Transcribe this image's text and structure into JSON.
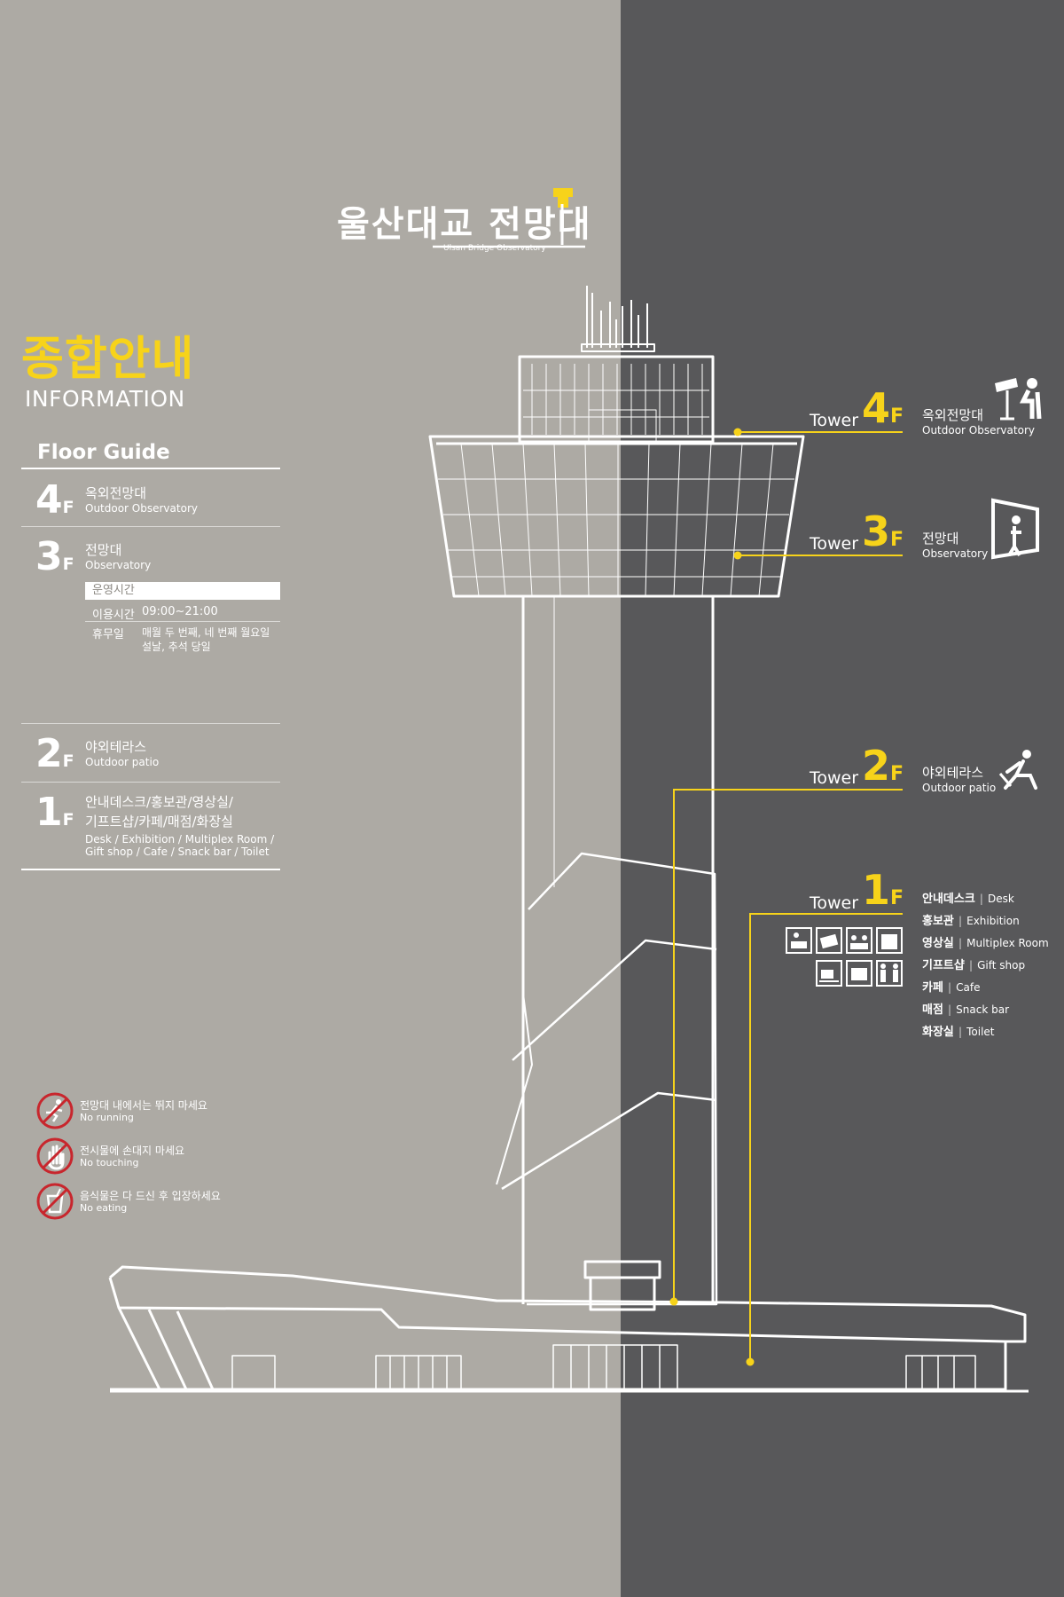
{
  "colors": {
    "left_bg": "#adaaa4",
    "right_bg": "#58585a",
    "accent": "#f7d31a",
    "line": "#ffffff",
    "no_icon": "#c8262d"
  },
  "logo": {
    "title": "울산대교 전망대",
    "subtitle": "Ulsan Bridge Observatory"
  },
  "info": {
    "title_ko": "종합안내",
    "title_en": "INFORMATION"
  },
  "floor_guide": {
    "title": "Floor Guide",
    "floors": [
      {
        "num": "4",
        "f": "F",
        "ko": "옥외전망대",
        "en": "Outdoor Observatory"
      },
      {
        "num": "3",
        "f": "F",
        "ko": "전망대",
        "en": "Observatory"
      },
      {
        "num": "2",
        "f": "F",
        "ko": "야외테라스",
        "en": "Outdoor patio"
      },
      {
        "num": "1",
        "f": "F",
        "ko1": "안내데스크/홍보관/영상실/",
        "ko2": "기프트샵/카페/매점/화장실",
        "en1": "Desk / Exhibition / Multiplex Room /",
        "en2": "Gift shop / Cafe / Snack bar / Toilet"
      }
    ],
    "hours": {
      "label": "운영시간",
      "use_label": "이용시간",
      "use_value": "09:00~21:00",
      "closed_label": "휴무일",
      "closed_line1": "매월 두 번째, 네 번째 월요일",
      "closed_line2": "설날, 추석 당일"
    }
  },
  "rules": [
    {
      "ko": "전망대 내에서는 뛰지 마세요",
      "en": "No running",
      "icon": "no-running-icon"
    },
    {
      "ko": "전시물에 손대지 마세요",
      "en": "No touching",
      "icon": "no-touching-icon"
    },
    {
      "ko": "음식물은 다 드신 후 입장하세요",
      "en": "No eating",
      "icon": "no-eating-icon"
    }
  ],
  "tower_floors": [
    {
      "word": "Tower",
      "num": "4",
      "f": "F",
      "ko": "옥외전망대",
      "en": "Outdoor Observatory",
      "icon": "telescope-icon"
    },
    {
      "word": "Tower",
      "num": "3",
      "f": "F",
      "ko": "전망대",
      "en": "Observatory",
      "icon": "window-view-icon"
    },
    {
      "word": "Tower",
      "num": "2",
      "f": "F",
      "ko": "야외테라스",
      "en": "Outdoor patio",
      "icon": "lounge-chair-icon"
    },
    {
      "word": "Tower",
      "num": "1",
      "f": "F",
      "icon": "facilities-icons"
    }
  ],
  "facilities": [
    {
      "ko": "안내데스크",
      "en": "Desk"
    },
    {
      "ko": "홍보관",
      "en": "Exhibition"
    },
    {
      "ko": "영상실",
      "en": "Multiplex Room"
    },
    {
      "ko": "기프트샵",
      "en": "Gift shop"
    },
    {
      "ko": "카페",
      "en": "Cafe"
    },
    {
      "ko": "매점",
      "en": "Snack bar"
    },
    {
      "ko": "화장실",
      "en": "Toilet"
    }
  ],
  "separator": "|"
}
